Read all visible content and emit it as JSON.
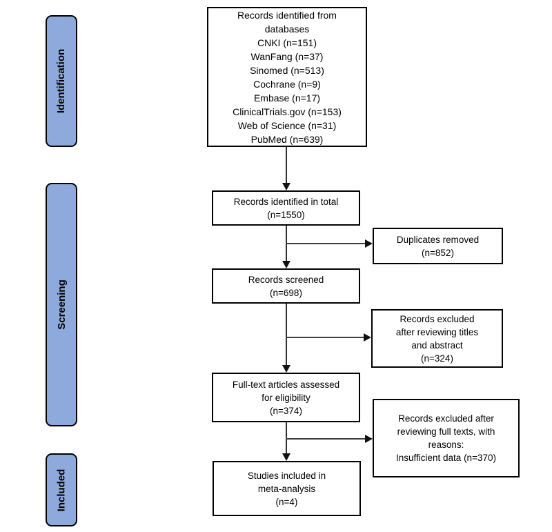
{
  "colors": {
    "stage_fill": "#8ea9dc",
    "stage_border": "#000000",
    "box_border": "#000000",
    "arrow": "#2e2e2e",
    "text": "#000000",
    "background": "#ffffff"
  },
  "stages": [
    {
      "id": "identification",
      "label": "Identification"
    },
    {
      "id": "screening",
      "label": "Screening"
    },
    {
      "id": "included",
      "label": "Included"
    }
  ],
  "boxes": {
    "databases": {
      "lines": [
        "Records identified from",
        "databases",
        "CNKI (n=151)",
        "WanFang (n=37)",
        "Sinomed (n=513)",
        "Cochrane (n=9)",
        "Embase (n=17)",
        "ClinicalTrials.gov (n=153)",
        "Web of Science (n=31)",
        "PubMed (n=639)"
      ]
    },
    "total": {
      "lines": [
        "Records identified in total",
        "(n=1550)"
      ]
    },
    "duplicates": {
      "lines": [
        "Duplicates removed",
        "(n=852)"
      ]
    },
    "screened": {
      "lines": [
        "Records screened",
        "(n=698)"
      ]
    },
    "excluded_titles": {
      "lines": [
        "Records excluded",
        "after reviewing titles",
        "and abstract",
        "(n=324)"
      ]
    },
    "fulltext": {
      "lines": [
        "Full-text articles assessed",
        "for eligibility",
        "(n=374)"
      ]
    },
    "excluded_fulltext": {
      "lines": [
        "Records excluded after",
        "reviewing full texts, with",
        "reasons:",
        "Insufficient data (n=370)"
      ]
    },
    "meta": {
      "lines": [
        "Studies included in",
        "meta-analysis",
        "(n=4)"
      ]
    }
  }
}
